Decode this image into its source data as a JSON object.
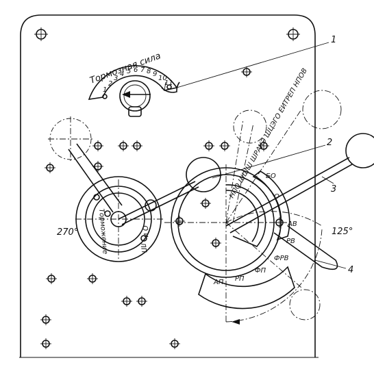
{
  "arc_title": "Тормозная сила",
  "scale_numbers": [
    "1",
    "2",
    "3",
    "4",
    "5",
    "6",
    "7",
    "8",
    "9",
    "10",
    "11"
  ],
  "callouts": [
    "1",
    "2",
    "3",
    "4"
  ],
  "angles": {
    "left": "270°",
    "right": "125°"
  },
  "left_dial": {
    "arc_text": "Торможение",
    "ou": "О и",
    "lp": "ЛП"
  },
  "inner_arc": "НПО ШШШ ШРАКЭ ШЦЭГО ЕИТРЕП НПОВ",
  "outer_positions": [
    "БО",
    "О",
    "АВ",
    "РВ",
    "ФРВ",
    "ФП",
    "РП",
    "АП"
  ]
}
